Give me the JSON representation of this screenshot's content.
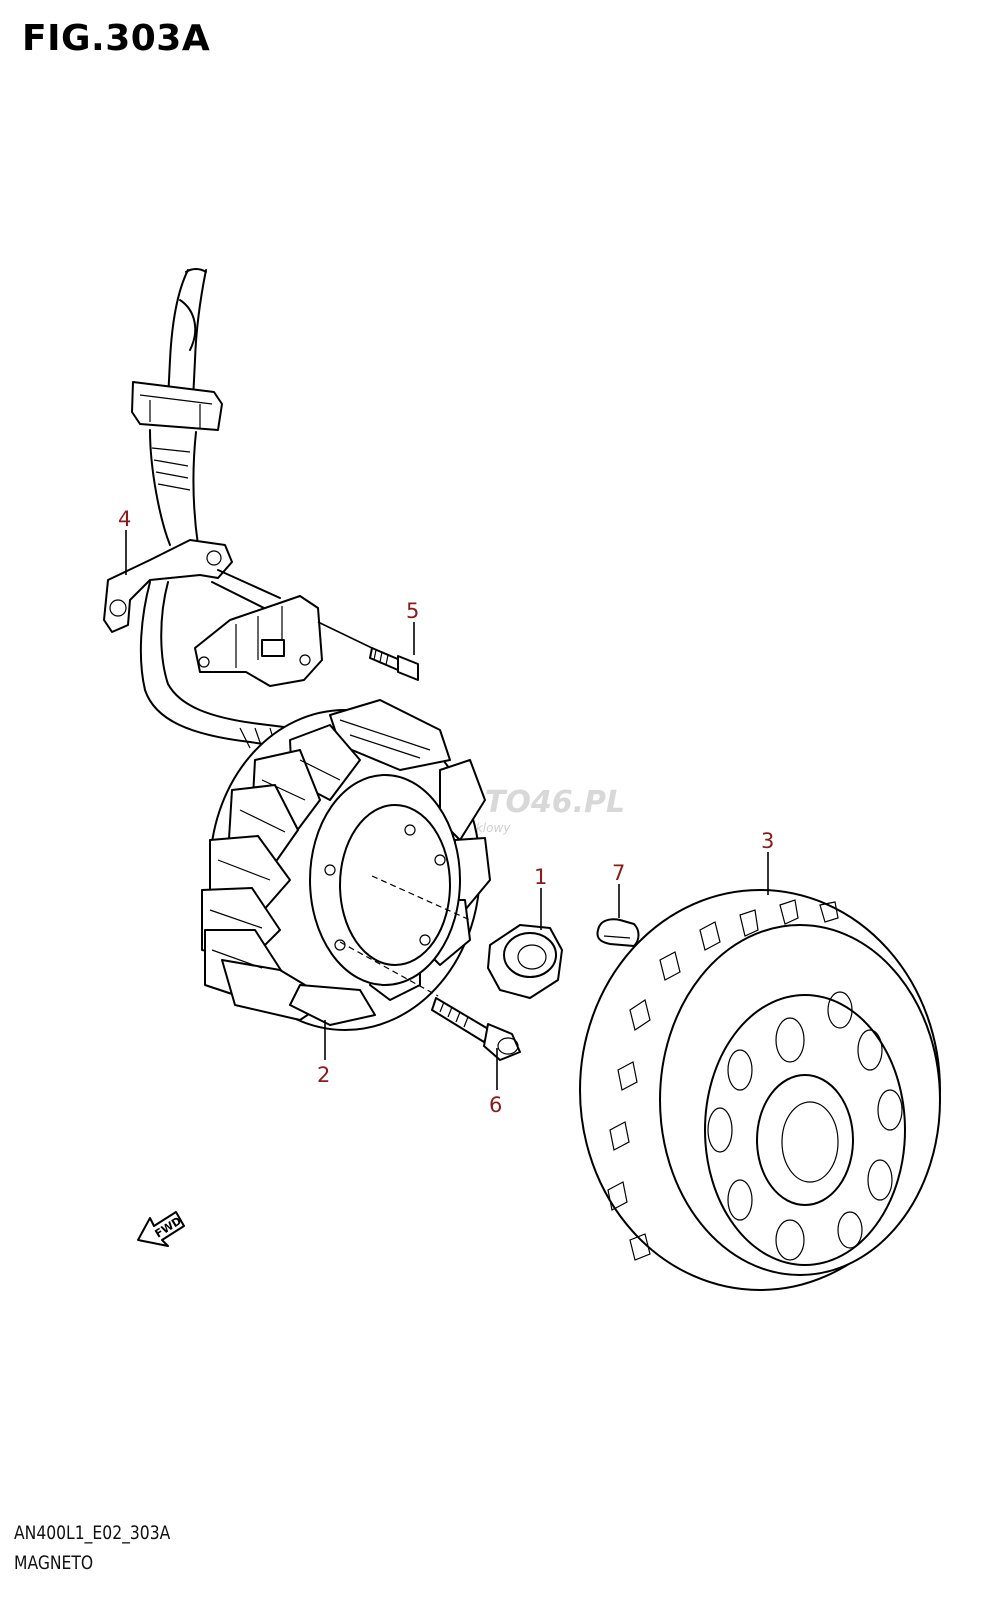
{
  "header": {
    "title": "FIG.303A"
  },
  "footer": {
    "code": "AN400L1_E02_303A",
    "name": "MAGNETO"
  },
  "callouts": {
    "c1": "1",
    "c2": "2",
    "c3": "3",
    "c4": "4",
    "c5": "5",
    "c6": "6",
    "c7": "7"
  },
  "direction_marker": {
    "label": "FWD"
  },
  "watermark": {
    "brand": "SUPERMOTO46.PL",
    "tagline": "internetowy sklep motocyklowy"
  },
  "colors": {
    "callout": "#8b1a1a",
    "lines": "#000000",
    "watermark": "#d8d8d8"
  }
}
